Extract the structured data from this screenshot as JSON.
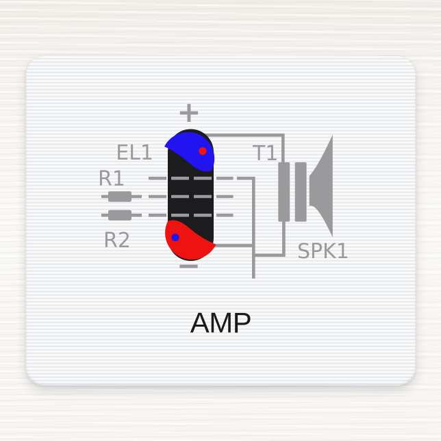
{
  "design": {
    "title": "AMP",
    "polarity_positive": "+",
    "polarity_negative": "−",
    "labels": {
      "tube": "EL1",
      "resistor_top": "R1",
      "resistor_bottom": "R2",
      "transformer": "T1",
      "speaker": "SPK1"
    },
    "colors": {
      "schematic_gray": "#9a9a9c",
      "tube_black": "#1c1b1e",
      "tube_blue": "#2114f0",
      "tube_red": "#ee1310",
      "title_text": "#1a1a1a",
      "pad_surface": "#f3f4f6",
      "backdrop": "#f5f2ee"
    }
  }
}
